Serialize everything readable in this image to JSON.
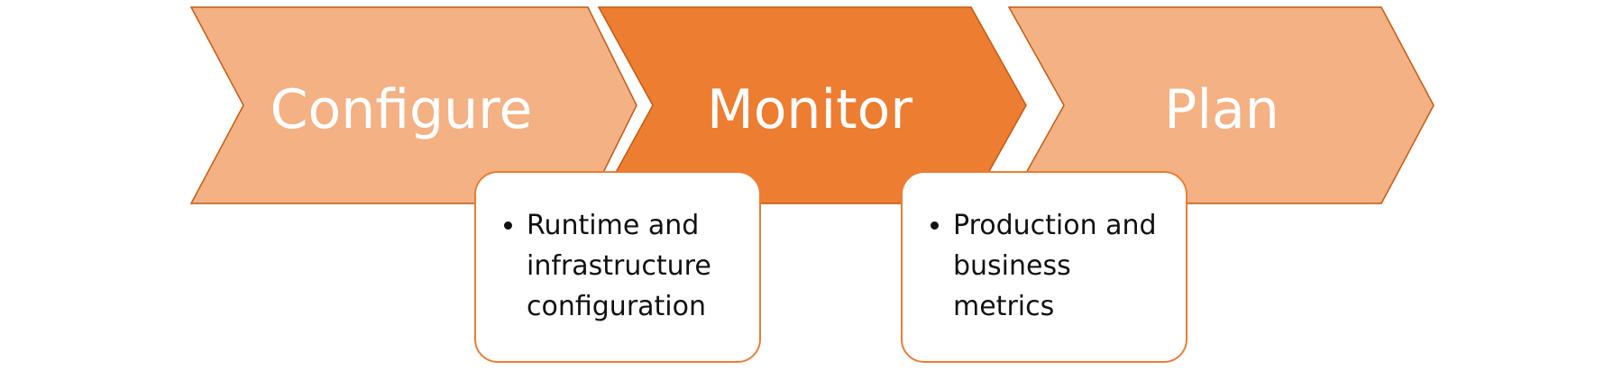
{
  "steps": [
    {
      "label": "Configure",
      "fill": "#F4B183",
      "stroke": "#C55A11"
    },
    {
      "label": "Monitor",
      "fill": "#ED7D31",
      "stroke": "#C55A11"
    },
    {
      "label": "Plan",
      "fill": "#F4B183",
      "stroke": "#C55A11"
    }
  ],
  "notes": [
    {
      "items": [
        "Runtime and infrastructure configuration"
      ]
    },
    {
      "items": [
        "Production and business metrics"
      ]
    }
  ],
  "colors": {
    "note_border": "#ED7D31",
    "label_text": "#FFFFFF",
    "note_text": "#111111"
  }
}
